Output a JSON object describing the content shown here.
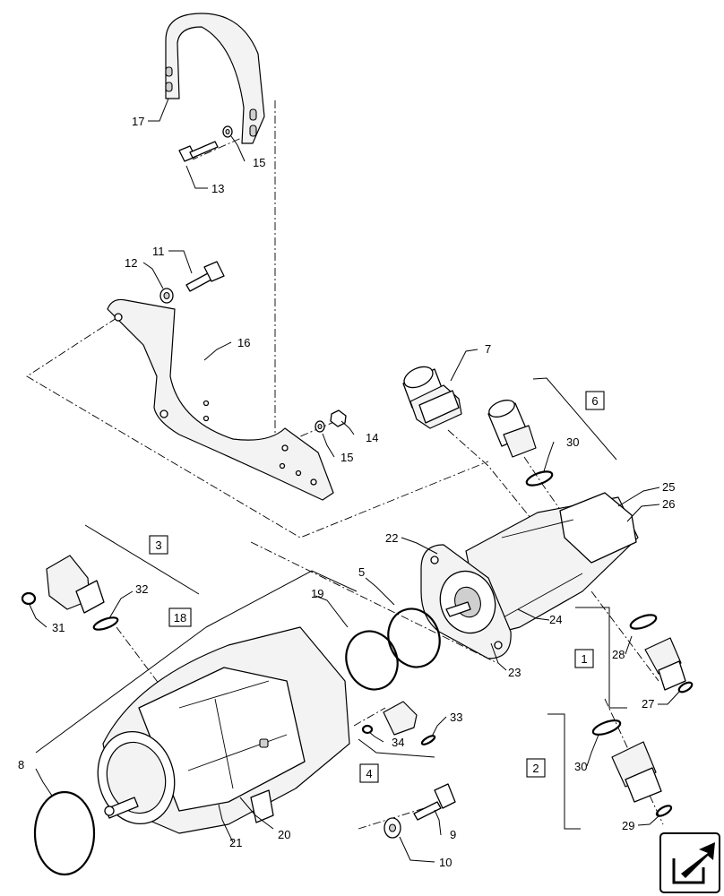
{
  "callouts": {
    "c1": "1",
    "c2": "2",
    "c3": "3",
    "c4": "4",
    "c5": "5",
    "c6": "6",
    "c7": "7",
    "c8": "8",
    "c9": "9",
    "c10": "10",
    "c11": "11",
    "c12": "12",
    "c13": "13",
    "c14": "14",
    "c15a": "15",
    "c15b": "15",
    "c16": "16",
    "c17": "17",
    "c18": "18",
    "c19": "19",
    "c20": "20",
    "c21": "21",
    "c22": "22",
    "c23": "23",
    "c24": "24",
    "c25": "25",
    "c26": "26",
    "c27": "27",
    "c28": "28",
    "c29": "29",
    "c30a": "30",
    "c30b": "30",
    "c31": "31",
    "c32": "32",
    "c33": "33",
    "c34": "34"
  },
  "nav": {
    "icon": "next-page-arrow-icon"
  }
}
